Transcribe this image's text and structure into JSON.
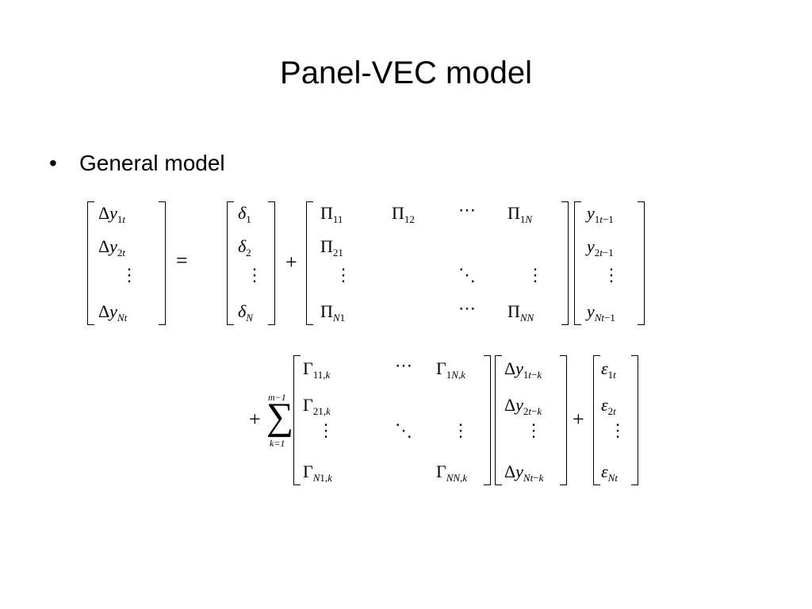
{
  "slide": {
    "title": "Panel-VEC model",
    "bullet": "General model"
  },
  "eq1": {
    "lhs": [
      "Δy_{1t}",
      "Δy_{2t}",
      "⋮",
      "Δy_{Nt}"
    ],
    "equals": "=",
    "delta": [
      "δ_1",
      "δ_2",
      "⋮",
      "δ_N"
    ],
    "plus": "+",
    "pi_row1": [
      "Π_11",
      "Π_12",
      "⋯",
      "Π_1N"
    ],
    "pi_row2": [
      "Π_21"
    ],
    "pi_row3": [
      "⋮",
      "⋱",
      "⋮"
    ],
    "pi_row4": [
      "Π_N1",
      "⋯",
      "Π_NN"
    ],
    "y_lag": [
      "y_{1t−1}",
      "y_{2t−1}",
      "⋮",
      "y_{Nt−1}"
    ]
  },
  "eq2": {
    "plus1": "+",
    "sum_upper": "m−1",
    "sum_lower": "k=1",
    "gamma_row1": [
      "Γ_{11,k}",
      "⋯",
      "Γ_{1N,k}"
    ],
    "gamma_row2": [
      "Γ_{21,k}"
    ],
    "gamma_row3": [
      "⋮",
      "⋱",
      "⋮"
    ],
    "gamma_row4": [
      "Γ_{N1,k}",
      "Γ_{NN,k}"
    ],
    "dy_lag": [
      "Δy_{1t−k}",
      "Δy_{2t−k}",
      "⋮",
      "Δy_{Nt−k}"
    ],
    "plus2": "+",
    "eps": [
      "ε_{1t}",
      "ε_{2t}",
      "⋮",
      "ε_{Nt}"
    ]
  }
}
